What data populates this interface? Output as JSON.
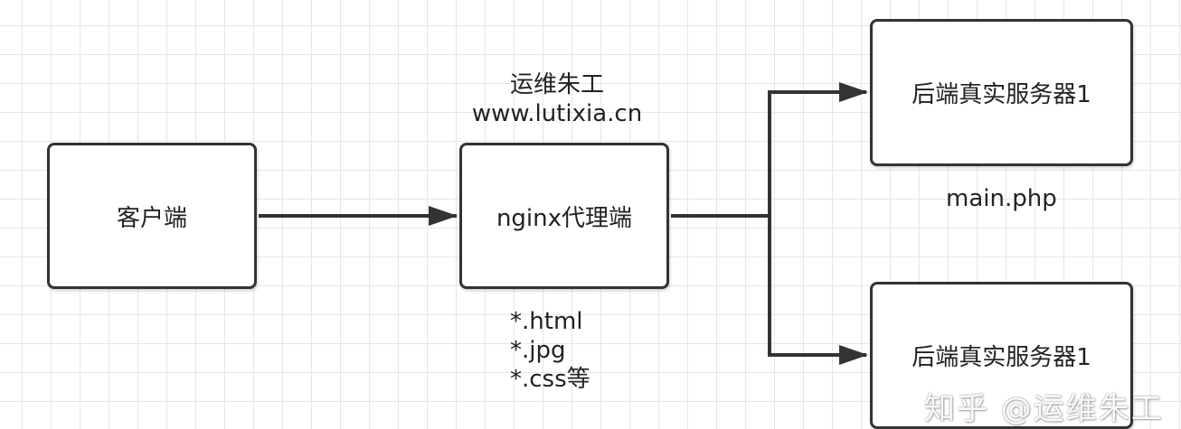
{
  "nodes": {
    "client": "客户端",
    "nginx": "nginx代理端",
    "backend_1": "后端真实服务器1",
    "backend_2": "后端真实服务器1"
  },
  "annotations": {
    "site_lines": [
      "运维朱工",
      "www.lutixia.cn"
    ],
    "main_php": "main.php",
    "static_lines": [
      "*.html",
      "*.jpg",
      "*.css等"
    ]
  },
  "watermark": "知乎 @运维朱工",
  "colors": {
    "stroke": "#333333",
    "grid": "#e6e6e6",
    "background": "#ffffff"
  }
}
